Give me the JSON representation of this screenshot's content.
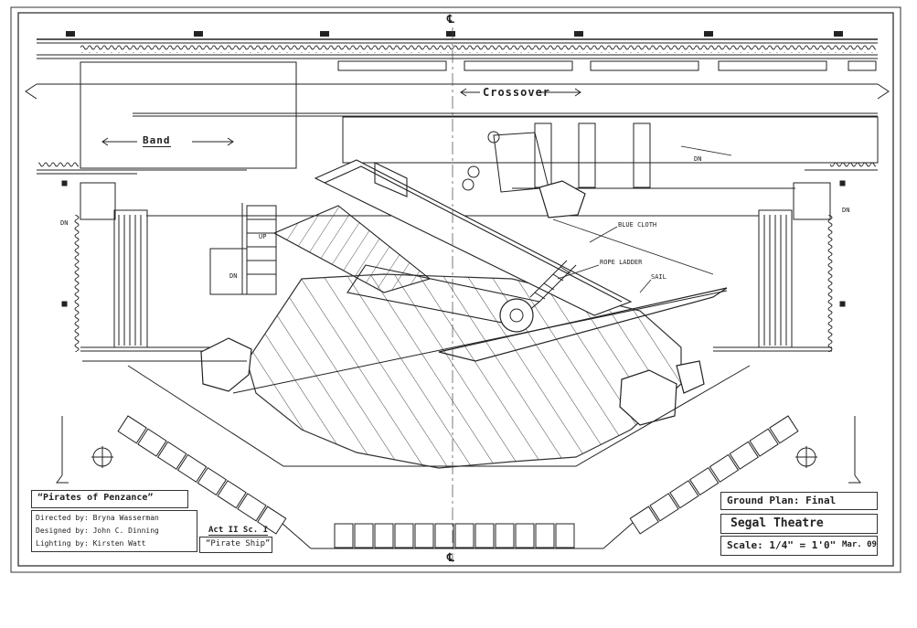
{
  "drawing": {
    "centerline_top": "℄",
    "centerline_bottom": "℄",
    "labels": {
      "crossover": "Crossover",
      "band": "Band",
      "blue_cloth": "BLUE CLOTH",
      "rope_ladder": "ROPE LADDER",
      "sail": "SAIL",
      "dn": "DN",
      "up": "UP"
    }
  },
  "title_block_left": {
    "show_title": "“Pirates of Penzance”",
    "credits": [
      "Directed by: Bryna Wasserman",
      "Designed by: John C. Dinning",
      "Lighting by: Kirsten Watt"
    ],
    "act_scene": "Act II Sc. I",
    "scene_name": "“Pirate Ship”"
  },
  "title_block_right": {
    "plan_title": "Ground Plan: Final",
    "theatre": "Segal Theatre",
    "scale": "Scale: 1/4\" = 1'0\"",
    "date": "Mar. 09"
  },
  "colors": {
    "ink": "#222222",
    "paper": "#ffffff",
    "frame": "#333333"
  }
}
